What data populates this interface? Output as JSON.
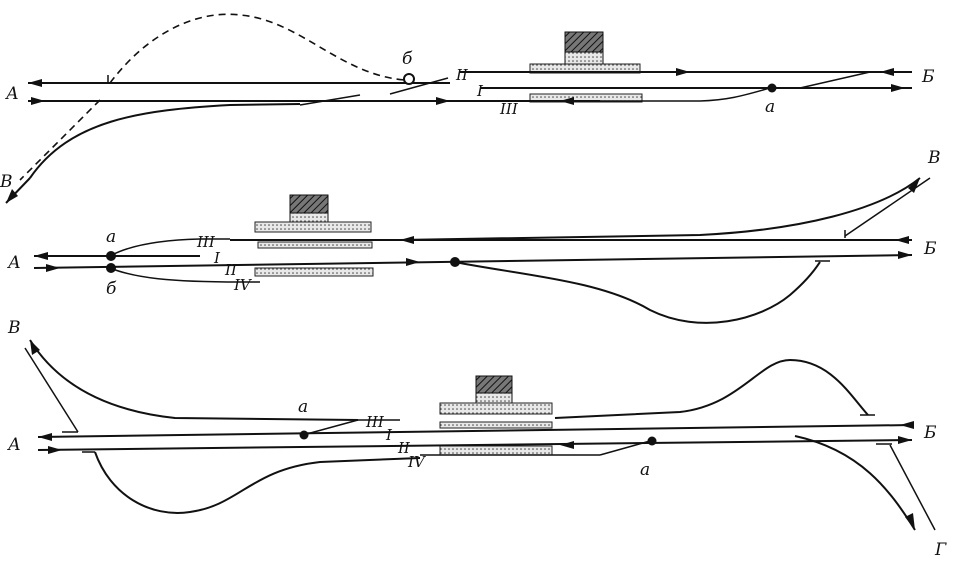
{
  "diagrams": [
    {
      "id": "scheme-1",
      "ends": {
        "left": "А",
        "right": "Б",
        "branch": "В"
      },
      "tracks": [
        "II",
        "I",
        "III"
      ],
      "points": [
        "б",
        "а"
      ]
    },
    {
      "id": "scheme-2",
      "ends": {
        "left": "А",
        "right": "Б",
        "branch": "В"
      },
      "tracks": [
        "III",
        "I",
        "II",
        "IV"
      ],
      "points": [
        "а",
        "б"
      ]
    },
    {
      "id": "scheme-3",
      "ends": {
        "left": "А",
        "right": "Б",
        "branch_top": "В",
        "branch_bottom": "Г"
      },
      "tracks": [
        "III",
        "I",
        "II",
        "IV"
      ],
      "points": [
        "а",
        "а"
      ]
    }
  ],
  "colors": {
    "ink": "#111111",
    "platform": "#e6e6e6",
    "building": "#444444"
  }
}
